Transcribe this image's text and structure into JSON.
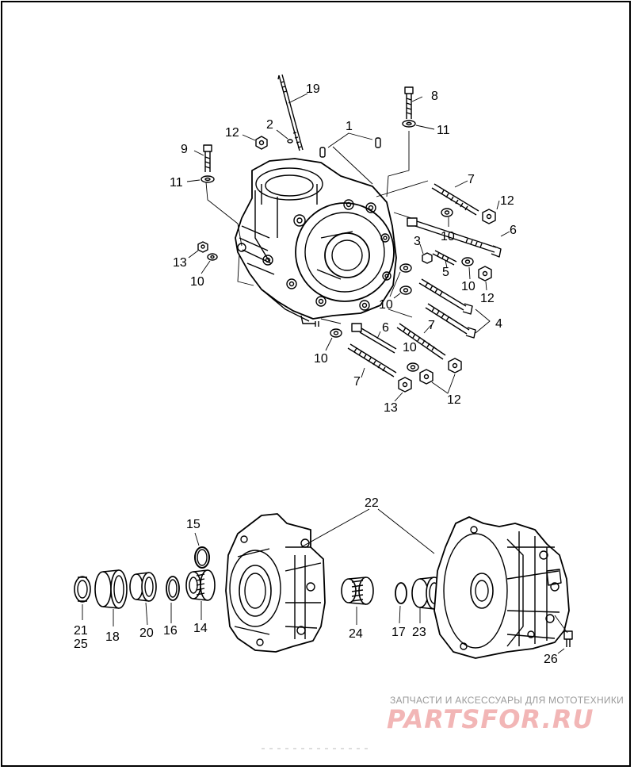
{
  "diagram": {
    "upper_callouts": [
      {
        "id": "c19",
        "text": "19"
      },
      {
        "id": "c2",
        "text": "2"
      },
      {
        "id": "c12a",
        "text": "12"
      },
      {
        "id": "c1",
        "text": "1"
      },
      {
        "id": "c8",
        "text": "8"
      },
      {
        "id": "c11a",
        "text": "11"
      },
      {
        "id": "c9",
        "text": "9"
      },
      {
        "id": "c11b",
        "text": "11"
      },
      {
        "id": "c7a",
        "text": "7"
      },
      {
        "id": "c12b",
        "text": "12"
      },
      {
        "id": "c10a",
        "text": "10"
      },
      {
        "id": "c6a",
        "text": "6"
      },
      {
        "id": "c3",
        "text": "3"
      },
      {
        "id": "c13a",
        "text": "13"
      },
      {
        "id": "c10b",
        "text": "10"
      },
      {
        "id": "c5",
        "text": "5"
      },
      {
        "id": "c10c",
        "text": "10"
      },
      {
        "id": "c12c",
        "text": "12"
      },
      {
        "id": "c10d",
        "text": "10"
      },
      {
        "id": "c4",
        "text": "4"
      },
      {
        "id": "c6b",
        "text": "6"
      },
      {
        "id": "c7b",
        "text": "7"
      },
      {
        "id": "c10e",
        "text": "10"
      },
      {
        "id": "c10f",
        "text": "10"
      },
      {
        "id": "c7c",
        "text": "7"
      },
      {
        "id": "c12d",
        "text": "12"
      },
      {
        "id": "c13b",
        "text": "13"
      }
    ],
    "lower_callouts": [
      {
        "id": "c22",
        "text": "22"
      },
      {
        "id": "c15",
        "text": "15"
      },
      {
        "id": "c21",
        "text": "21"
      },
      {
        "id": "c25",
        "text": "25"
      },
      {
        "id": "c18",
        "text": "18"
      },
      {
        "id": "c20",
        "text": "20"
      },
      {
        "id": "c16",
        "text": "16"
      },
      {
        "id": "c14",
        "text": "14"
      },
      {
        "id": "c24",
        "text": "24"
      },
      {
        "id": "c17",
        "text": "17"
      },
      {
        "id": "c23",
        "text": "23"
      },
      {
        "id": "c26",
        "text": "26"
      }
    ]
  },
  "watermark": {
    "tagline": "ЗАПЧАСТИ И АКСЕССУАРЫ ДЛЯ МОТОТЕХНИКИ",
    "logo": "PARTSFOR.RU"
  }
}
